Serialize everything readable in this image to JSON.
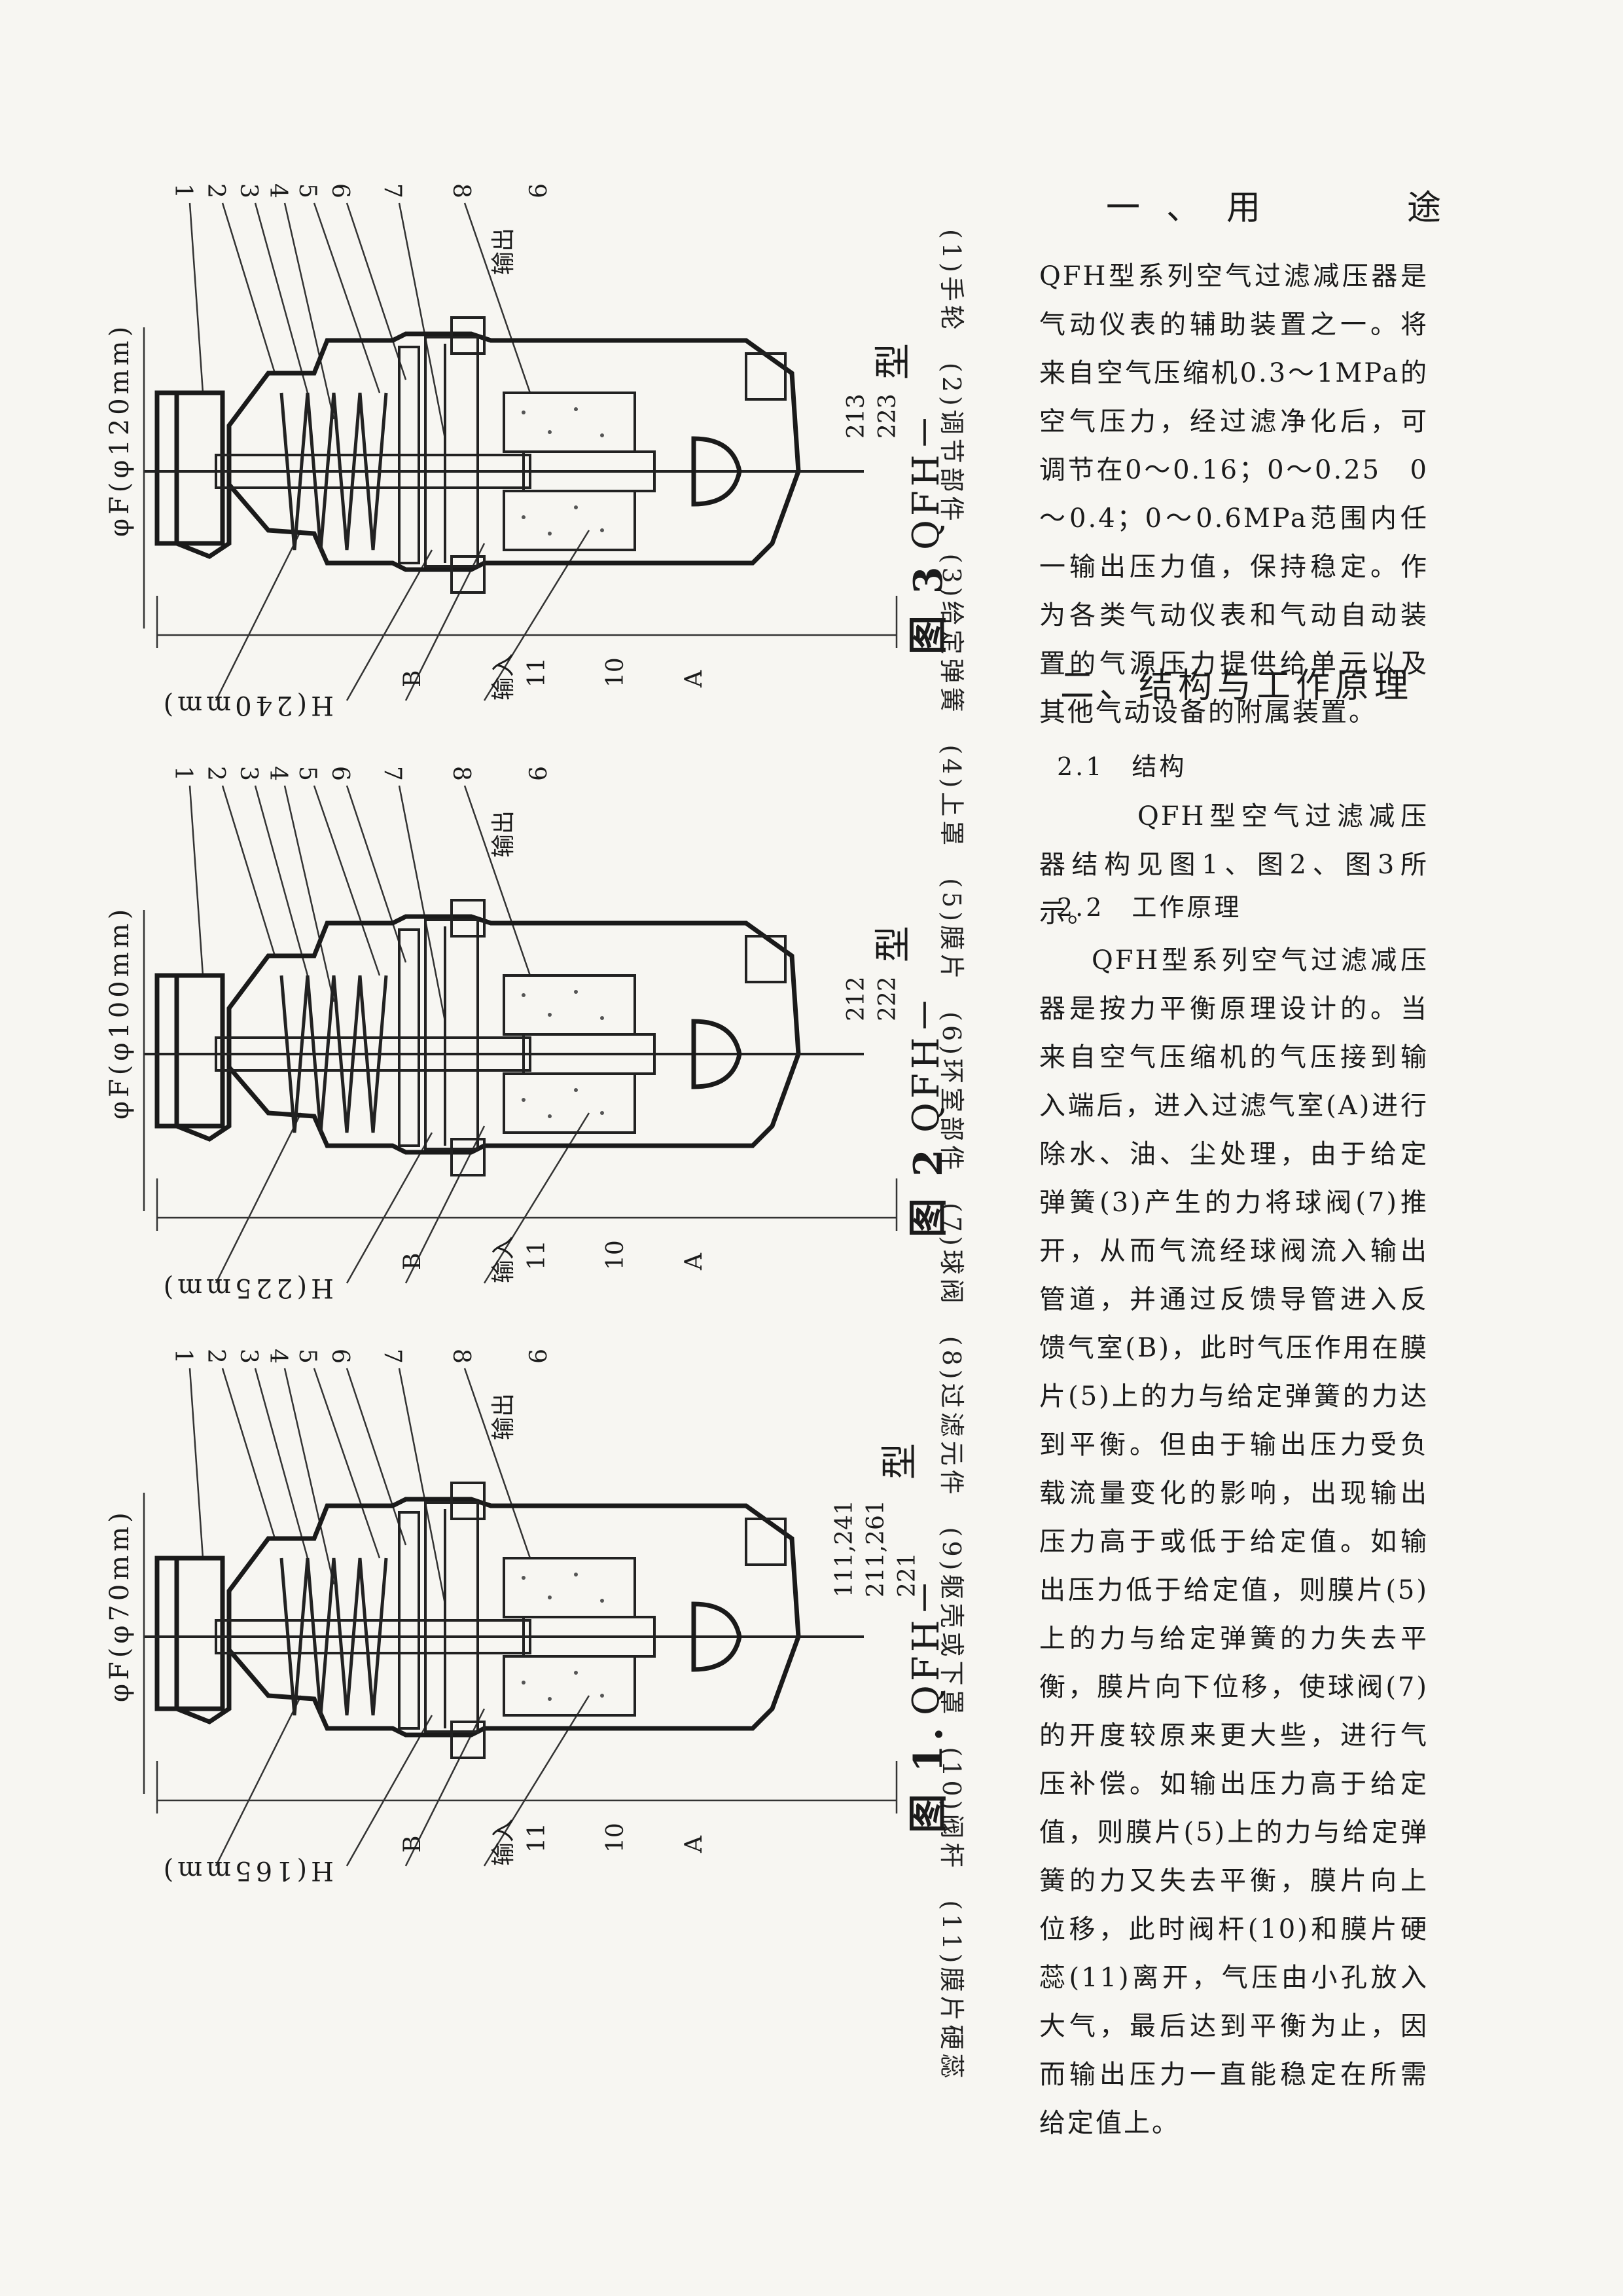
{
  "section1": {
    "title": "一、用　　途"
  },
  "section1_text": "QFH型系列空气过滤减压器是气动仪表的辅助装置之一。将来自空气压缩机0.3～1MPa的空气压力，经过滤净化后，可调节在0～0.16；0～0.25　0～0.4；0～0.6MPa范围内任一输出压力值，保持稳定。作为各类气动仪表和气动自动装置的气源压力提供给单元以及其他气动设备的附属装置。",
  "section2": {
    "title": "二、结构与工作原理"
  },
  "s21": {
    "title": "2.1　结构",
    "text": "QFH型空气过滤减压器结构见图1、图2、图3所示。"
  },
  "s22": {
    "title": "2.2　工作原理",
    "text": "QFH型系列空气过滤减压器是按力平衡原理设计的。当来自空气压缩机的气压接到输入端后，进入过滤气室(A)进行除水、油、尘处理，由于给定弹簧(3)产生的力将球阀(7)推开，从而气流经球阀流入输出管道，并通过反馈导管进入反馈气室(B)，此时气压作用在膜片(5)上的力与给定弹簧的力达到平衡。但由于输出压力受负载流量变化的影响，出现输出压力高于或低于给定值。如输出压力低于给定值，则膜片(5)上的力与给定弹簧的力失去平衡，膜片向下位移，使球阀(7)的开度较原来更大些，进行气压补偿。如输出压力高于给定值，则膜片(5)上的力与给定弹簧的力又失去平衡，膜片向上位移，此时阀杆(10)和膜片硬蕊(11)离开，气压由小孔放入大气，最后达到平衡为止，因而输出压力一直能稳定在所需给定值上。"
  },
  "legend": "(1)手轮　(2)调节部件　(3)给定弹簧　(4)上罩　(5)膜片　(6)环室部件　(7)球阀　(8)过滤元件　(9)躯壳或下罩　(10)阀杆　(11)膜片硬蕊",
  "figures": [
    {
      "caption": "图 3",
      "model": "QFH－",
      "model_codes": [
        "213",
        "223"
      ],
      "model_suffix": "型",
      "dia": "φF(φ120mm)",
      "height": "H(240mm)"
    },
    {
      "caption": "图 2",
      "model": "QFH－",
      "model_codes": [
        "212",
        "222"
      ],
      "model_suffix": "型",
      "dia": "φF(φ100mm)",
      "height": "H(225mm)"
    },
    {
      "caption": "图 1.",
      "model": "QFH－",
      "model_codes": [
        "111,241",
        "211,261",
        "221"
      ],
      "model_suffix": "型",
      "dia": "φF(φ70mm)",
      "height": "H(165mm)"
    }
  ],
  "labels": {
    "out": "输出",
    "in": "输入",
    "nums": [
      "1",
      "2",
      "3",
      "4",
      "5",
      "6",
      "7",
      "8",
      "9"
    ],
    "n11": "11",
    "n10": "10",
    "A": "A",
    "B": "B"
  }
}
